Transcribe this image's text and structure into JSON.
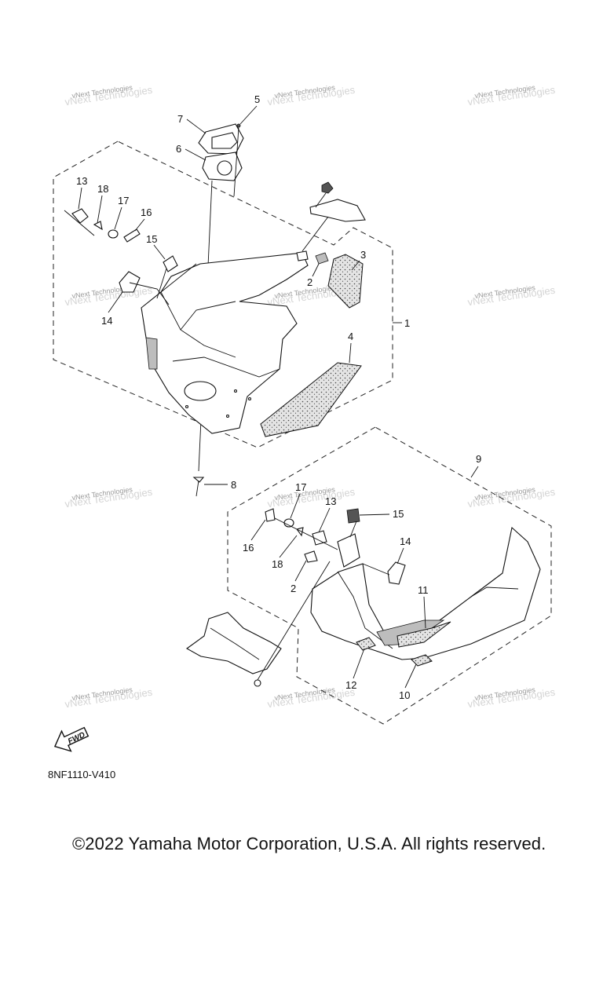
{
  "diagram": {
    "code": "8NF1110-V410",
    "copyright": "©2022 Yamaha Motor Corporation, U.S.A. All rights reserved.",
    "watermark": "vNext Technologies",
    "fwd_label": "FWD",
    "callouts_upper": [
      "1",
      "2",
      "3",
      "4",
      "5",
      "6",
      "7",
      "8",
      "13",
      "14",
      "15",
      "16",
      "17",
      "18"
    ],
    "callouts_lower": [
      "2",
      "9",
      "10",
      "11",
      "12",
      "13",
      "14",
      "15",
      "16",
      "17",
      "18"
    ]
  }
}
